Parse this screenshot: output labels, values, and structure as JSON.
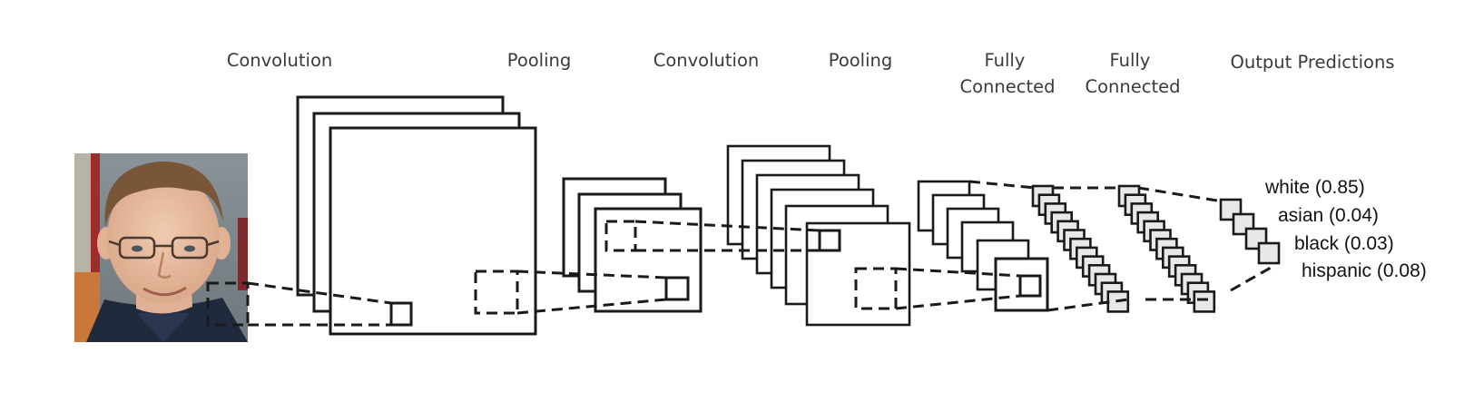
{
  "stages": [
    {
      "id": "conv1",
      "lines": [
        "Convolution"
      ]
    },
    {
      "id": "pool1",
      "lines": [
        "Pooling"
      ]
    },
    {
      "id": "conv2",
      "lines": [
        "Convolution"
      ]
    },
    {
      "id": "pool2",
      "lines": [
        "Pooling"
      ]
    },
    {
      "id": "fc1",
      "lines": [
        "Fully",
        "Connected"
      ]
    },
    {
      "id": "fc2",
      "lines": [
        "Fully",
        "Connected"
      ]
    },
    {
      "id": "output",
      "lines": [
        "Output Predictions"
      ]
    }
  ],
  "predictions": [
    {
      "label": "white (0.85)"
    },
    {
      "label": "asian (0.04)"
    },
    {
      "label": "black (0.03)"
    },
    {
      "label": "hispanic (0.08)"
    }
  ],
  "input_image": {
    "icon": "face-photo-icon"
  },
  "colors": {
    "line": "#1a1a1a",
    "label": "#3a3a3a",
    "background": "#ffffff"
  }
}
